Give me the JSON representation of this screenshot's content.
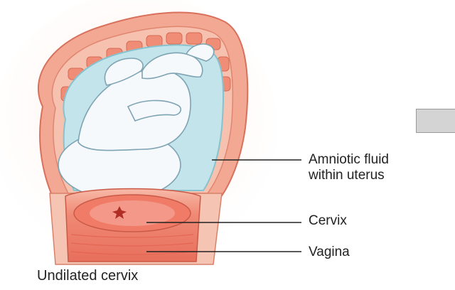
{
  "labels": {
    "amniotic_line1": "Amniotic fluid",
    "amniotic_line2": "within uterus",
    "cervix": "Cervix",
    "vagina": "Vagina",
    "caption": "Undilated cervix"
  },
  "colors": {
    "uterine_wall": "#f0a38f",
    "uterine_wall_dark": "#d9705c",
    "uterine_muscle": "#f5b8a5",
    "amniotic_fluid": "#bfe2e8",
    "amniotic_fluid_edge": "#8cc6d0",
    "fetus": "#f4f8fb",
    "fetus_outline": "#7ea3b3",
    "cervix_tissue": "#ee7d6a",
    "cervix_light": "#f7b6a4",
    "leader_line": "#222222",
    "gray_box": "#d4d4d4"
  }
}
